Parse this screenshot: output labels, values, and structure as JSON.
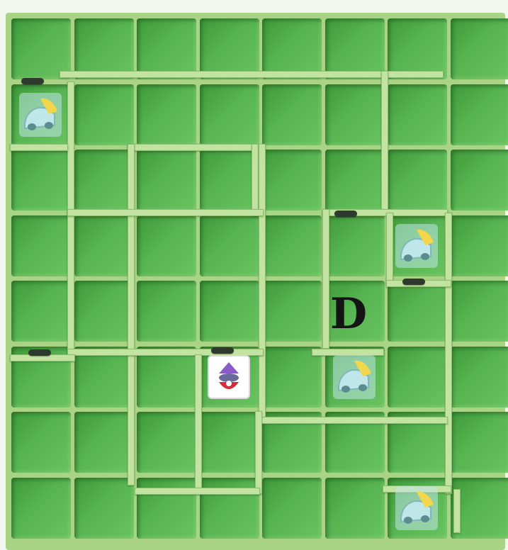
{
  "board": {
    "rows": 8,
    "cols": 8,
    "cell_labels": [
      {
        "row": 4,
        "col": 5,
        "text": "D"
      }
    ],
    "pieces": [
      {
        "name": "car-icon",
        "row": 1,
        "col": 0
      },
      {
        "name": "car-icon",
        "row": 3,
        "col": 6
      },
      {
        "name": "car-icon",
        "row": 5,
        "col": 5
      },
      {
        "name": "car-icon",
        "row": 7,
        "col": 6
      },
      {
        "name": "player-icon",
        "row": 5,
        "col": 3
      }
    ]
  },
  "colors": {
    "board_background": "#a9d486",
    "cell_green": "#57b452",
    "wall": "#c3e3a2",
    "gate": "#2f3a2f",
    "car_body": "#bfe6e8",
    "car_accent": "#f2d64b",
    "player_red": "#d92b3a",
    "player_purple": "#8a5cc8"
  }
}
